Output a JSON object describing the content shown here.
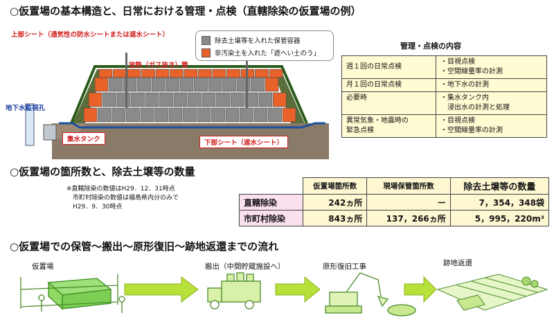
{
  "headings": {
    "h1": "○仮置場の基本構造と、日常における管理・点検（直轄除染の仮置場の例）",
    "h2": "○仮置場の箇所数と、除去土壌等の数量",
    "h3": "○仮置場での保管～搬出～原形復旧～跡地返還までの流れ"
  },
  "diagram": {
    "top_sheet": "上部シート（通気性の防水シートまたは遮水シート）",
    "vent_pipe": "放熱（ガス抜き）管",
    "groundwater_well": "地下水監視孔",
    "water_tank": "集水タンク",
    "bottom_sheet": "下部シート（遮水シート）",
    "legend": [
      {
        "label": "除去土壌等を入れた保管容器",
        "color": "#8a8a8a"
      },
      {
        "label": "非汚染土を入れた「遮へい土のう」",
        "color": "#e8622a"
      }
    ]
  },
  "management": {
    "title": "管理・点検の内容",
    "rows": [
      {
        "when": "週１回の日常点検",
        "items": [
          "・目視点検",
          "・空間線量率の計測"
        ]
      },
      {
        "when": "月１回の日常点検",
        "items": [
          "・地下水の計測"
        ]
      },
      {
        "when": "必要時",
        "items": [
          "・集水タンク内",
          "　浸出水の計測と処理"
        ]
      },
      {
        "when": "異常気象・地震時の\n緊急点検",
        "items": [
          "・目視点検",
          "・空間線量率の計測"
        ]
      }
    ]
  },
  "counts": {
    "note_lines": [
      "※直轄除染の数値はH29．12．31時点",
      "　市町村除染の数値は福島県内分のみで",
      "　H29．9．30時点"
    ],
    "headers": [
      "仮置場箇所数",
      "現場保管箇所数",
      "除去土壌等の数量"
    ],
    "rows": [
      {
        "name": "直轄除染",
        "sites": "242ヵ所",
        "onsite": "ー",
        "amount": "7，354，348袋"
      },
      {
        "name": "市町村除染",
        "sites": "843ヵ所",
        "onsite": "137，266ヵ所",
        "amount": "5，995，220m³"
      }
    ]
  },
  "flow": {
    "steps": [
      "仮置場",
      "搬出（中間貯蔵施設へ）",
      "原形復旧工事",
      "跡地返還"
    ]
  }
}
